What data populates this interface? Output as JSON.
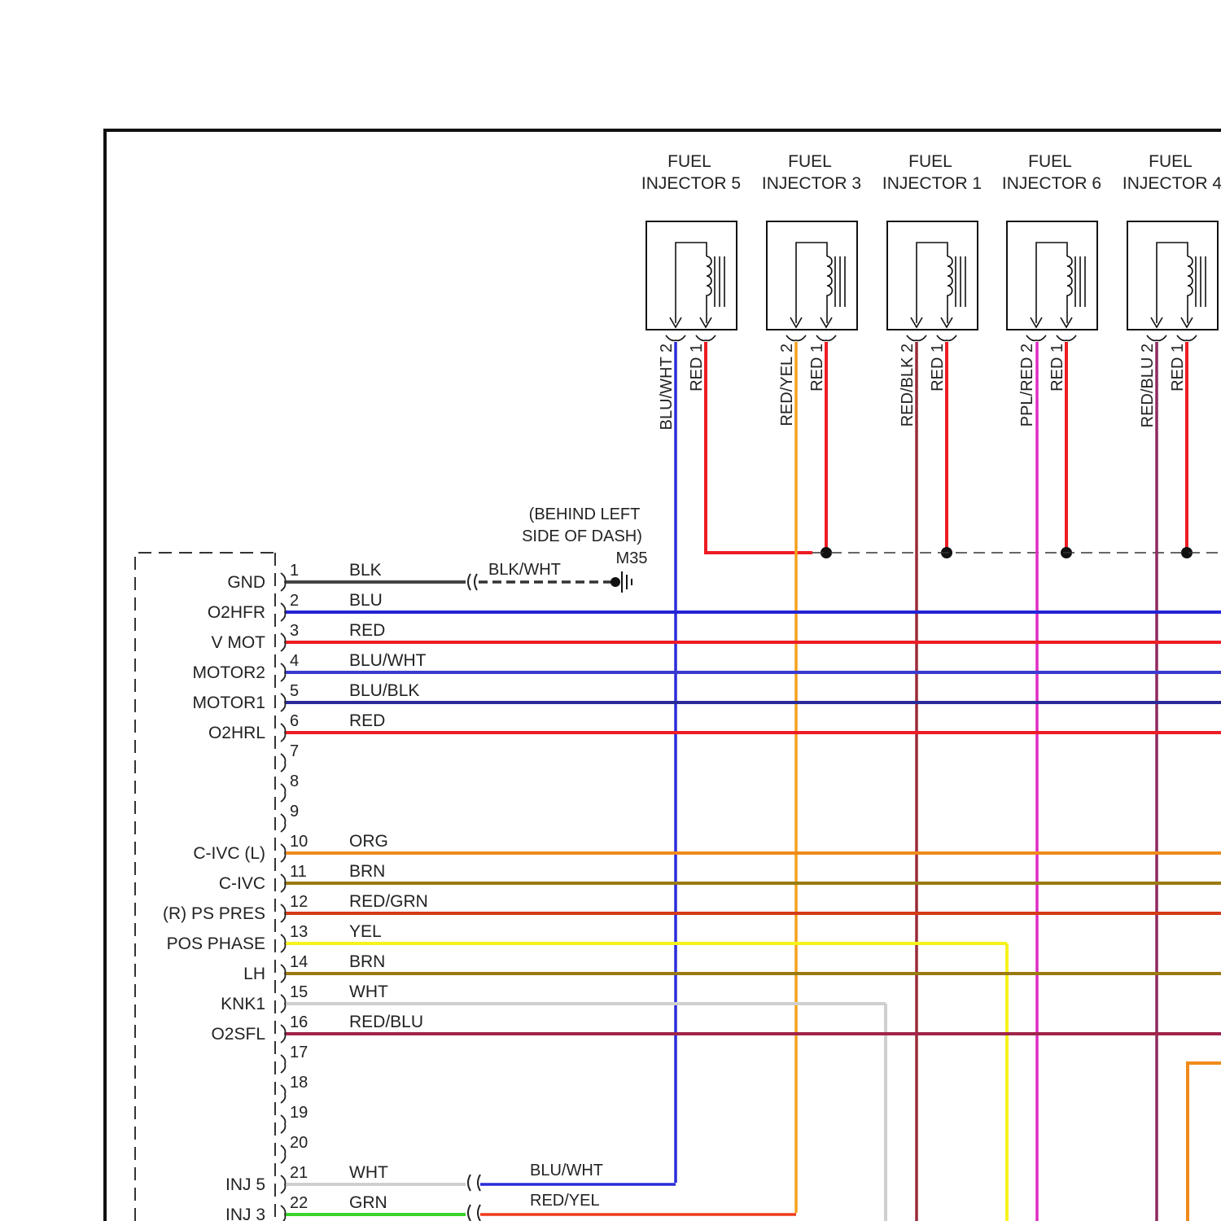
{
  "note": {
    "line1": "(BEHIND LEFT",
    "line2": "SIDE OF DASH)",
    "ground_id": "M35",
    "ground_wire": "BLK/WHT"
  },
  "injectors": [
    {
      "title1": "FUEL",
      "title2": "INJECTOR 5",
      "pin2_wire": "BLU/WHT 2",
      "pin1_wire": "RED 1",
      "pin2_color": "#2b2bd9"
    },
    {
      "title1": "FUEL",
      "title2": "INJECTOR 3",
      "pin2_wire": "RED/YEL 2",
      "pin1_wire": "RED 1",
      "pin2_color": "#ee3b1c"
    },
    {
      "title1": "FUEL",
      "title2": "INJECTOR 1",
      "pin2_wire": "RED/BLK 2",
      "pin1_wire": "RED 1",
      "pin2_color": "#9b2a3a"
    },
    {
      "title1": "FUEL",
      "title2": "INJECTOR 6",
      "pin2_wire": "PPL/RED 2",
      "pin1_wire": "RED 1",
      "pin2_color": "#e02bc4"
    },
    {
      "title1": "FUEL",
      "title2": "INJECTOR 4",
      "pin2_wire": "RED/BLU 2",
      "pin1_wire": "RED 1",
      "pin2_color": "#8e2a5e"
    }
  ],
  "pins": [
    {
      "num": "1",
      "signal": "GND",
      "wire": "BLK",
      "color": "#444444"
    },
    {
      "num": "2",
      "signal": "O2HFR",
      "wire": "BLU",
      "color": "#2323d6"
    },
    {
      "num": "3",
      "signal": "V MOT",
      "wire": "RED",
      "color": "#ee1c24"
    },
    {
      "num": "4",
      "signal": "MOTOR2",
      "wire": "BLU/WHT",
      "color": "#3a3ad0"
    },
    {
      "num": "5",
      "signal": "MOTOR1",
      "wire": "BLU/BLK",
      "color": "#2a2a9a"
    },
    {
      "num": "6",
      "signal": "O2HRL",
      "wire": "RED",
      "color": "#ee1c24"
    },
    {
      "num": "7",
      "signal": "",
      "wire": "",
      "color": ""
    },
    {
      "num": "8",
      "signal": "",
      "wire": "",
      "color": ""
    },
    {
      "num": "9",
      "signal": "",
      "wire": "",
      "color": ""
    },
    {
      "num": "10",
      "signal": "C-IVC (L)",
      "wire": "ORG",
      "color": "#f08a1a"
    },
    {
      "num": "11",
      "signal": "C-IVC",
      "wire": "BRN",
      "color": "#9a7a10"
    },
    {
      "num": "12",
      "signal": "(R) PS PRES",
      "wire": "RED/GRN",
      "color": "#d43a16"
    },
    {
      "num": "13",
      "signal": "POS PHASE",
      "wire": "YEL",
      "color": "#f6f21c"
    },
    {
      "num": "14",
      "signal": "LH",
      "wire": "BRN",
      "color": "#9a7a10"
    },
    {
      "num": "15",
      "signal": "KNK1",
      "wire": "WHT",
      "color": "#cfcfcf"
    },
    {
      "num": "16",
      "signal": "O2SFL",
      "wire": "RED/BLU",
      "color": "#a0244a"
    },
    {
      "num": "17",
      "signal": "",
      "wire": "",
      "color": ""
    },
    {
      "num": "18",
      "signal": "",
      "wire": "",
      "color": ""
    },
    {
      "num": "19",
      "signal": "",
      "wire": "",
      "color": ""
    },
    {
      "num": "20",
      "signal": "",
      "wire": "",
      "color": ""
    },
    {
      "num": "21",
      "signal": "INJ 5",
      "wire": "WHT",
      "color": "#cfcfcf"
    },
    {
      "num": "22",
      "signal": "INJ 3",
      "wire": "GRN",
      "color": "#3ad42a"
    }
  ],
  "connectors": {
    "pin21_far_wire": "BLU/WHT",
    "pin22_far_wire": "RED/YEL"
  },
  "colors": {
    "frame": "#111111",
    "red": "#ee1c24",
    "connector_dash": "#333333"
  }
}
